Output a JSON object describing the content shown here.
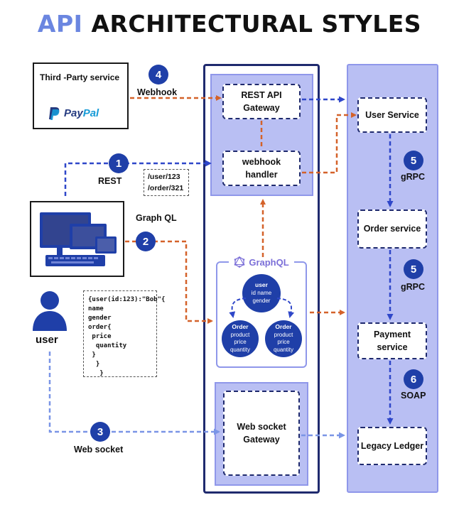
{
  "title": {
    "accent": "API",
    "rest": "ARCHITECTURAL STYLES"
  },
  "third_party": {
    "label": "Third -Party service",
    "brand_pay": "Pay",
    "brand_pal": "Pal"
  },
  "gateway": {
    "rest_api_gateway": "REST API\nGateway",
    "webhook_handler": "webhook\nhandler",
    "web_socket_gateway": "Web socket\nGateway"
  },
  "graphql": {
    "label": "GraphQL"
  },
  "nodes": {
    "user": {
      "title": "user",
      "fields": "id name\ngender"
    },
    "order_left": {
      "title": "Order",
      "fields": "product\nprice\nquantity"
    },
    "order_right": {
      "title": "Order",
      "fields": "product\nprice\nquantity"
    }
  },
  "services": {
    "user_service": "User Service",
    "order_service": "Order service",
    "payment_service": "Payment\nservice",
    "legacy_ledger": "Legacy Ledger"
  },
  "steps": [
    {
      "number": "4",
      "label": "Webhook"
    },
    {
      "number": "1",
      "label": "REST"
    },
    {
      "number": "2",
      "label": "Graph QL"
    },
    {
      "number": "3",
      "label": "Web socket"
    },
    {
      "number": "5",
      "label": "gRPC"
    },
    {
      "number": "5",
      "label": "gRPC"
    },
    {
      "number": "6",
      "label": "SOAP"
    }
  ],
  "rest_paths": "/user/123\n/order/321",
  "query_code": "{user(id:123):\"Bob\"{\nname\ngender\norder{\n price\n  quantity\n }\n  }\n   }",
  "user_label": "user",
  "colors": {
    "accent": "#6b86e0",
    "badge": "#1f3fa8",
    "panel": "#b9bff3",
    "orange_arrow": "#d4622a",
    "blue_arrow": "#2f47c9",
    "light_blue_arrow": "#7a95e6"
  },
  "icons": {
    "paypal": "paypal-logo-icon",
    "computer": "computer-monitors-icon",
    "user": "user-person-icon",
    "graphql": "graphql-logo-icon"
  }
}
